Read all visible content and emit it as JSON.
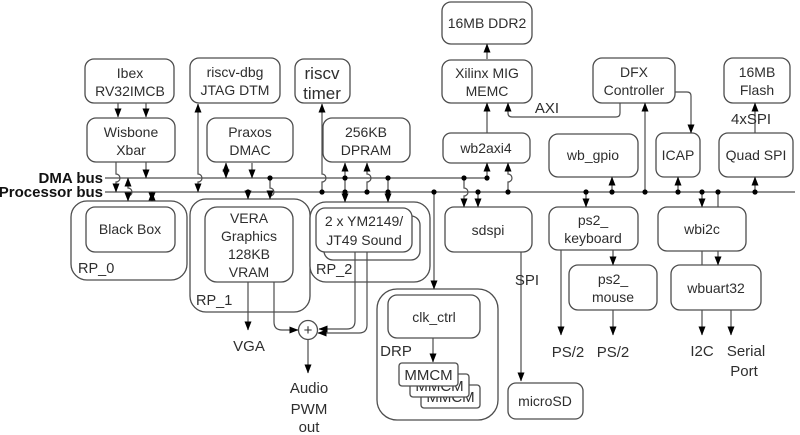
{
  "diagram": {
    "title_hint": "SoC block diagram",
    "buses": {
      "dma": "DMA bus",
      "processor": "Processor bus"
    },
    "nodes": {
      "ibex": {
        "line1": "Ibex",
        "line2": "RV32IMCB"
      },
      "riscv_dbg": {
        "line1": "riscv-dbg",
        "line2": "JTAG DTM"
      },
      "riscv_timer": {
        "line1": "riscv",
        "line2": "timer"
      },
      "ddr2": {
        "line1": "16MB DDR2"
      },
      "mig": {
        "line1": "Xilinx MIG",
        "line2": "MEMC"
      },
      "dfx": {
        "line1": "DFX",
        "line2": "Controller"
      },
      "flash": {
        "line1": "16MB",
        "line2": "Flash"
      },
      "wisbone": {
        "line1": "Wisbone",
        "line2": "Xbar"
      },
      "praxos": {
        "line1": "Praxos",
        "line2": "DMAC"
      },
      "dpram": {
        "line1": "256KB",
        "line2": "DPRAM"
      },
      "wb2axi4": {
        "line1": "wb2axi4"
      },
      "wb_gpio": {
        "line1": "wb_gpio"
      },
      "icap": {
        "line1": "ICAP"
      },
      "quad_spi": {
        "line1": "Quad SPI"
      },
      "black_box": {
        "line1": "Black Box"
      },
      "vera": {
        "line1": "VERA",
        "line2": "Graphics",
        "line3": "128KB",
        "line4": "VRAM"
      },
      "sound": {
        "line1": "2 x YM2149/",
        "line2": "JT49 Sound"
      },
      "sdspi": {
        "line1": "sdspi"
      },
      "ps2_keyboard": {
        "line1": "ps2_",
        "line2": "keyboard"
      },
      "ps2_mouse": {
        "line1": "ps2_",
        "line2": "mouse"
      },
      "wbi2c": {
        "line1": "wbi2c"
      },
      "wbuart32": {
        "line1": "wbuart32"
      },
      "clk_ctrl": {
        "line1": "clk_ctrl"
      },
      "mmcm": {
        "line1": "MMCM"
      },
      "microsd": {
        "line1": "microSD"
      }
    },
    "containers": {
      "rp0": "RP_0",
      "rp1": "RP_1",
      "rp2": "RP_2"
    },
    "wire_labels": {
      "axi": "AXI",
      "qspi": "4xSPI",
      "spi": "SPI",
      "drp": "DRP",
      "vga": "VGA",
      "ps2_a": "PS/2",
      "ps2_b": "PS/2",
      "i2c": "I2C",
      "serial_1": "Serial",
      "serial_2": "Port",
      "audio_1": "Audio",
      "audio_2": "PWM",
      "audio_3": "out",
      "sum": "+"
    },
    "colors": {
      "background": "#ffffff",
      "line": "#4d4d4d",
      "arrow": "#000000",
      "text": "#2e2e2e"
    }
  }
}
